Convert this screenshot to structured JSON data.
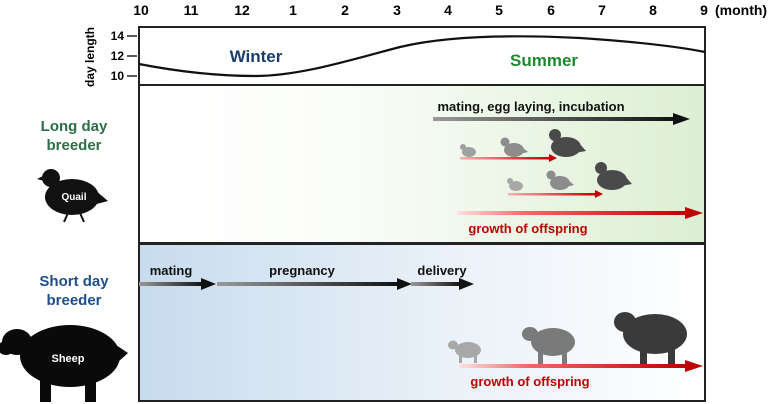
{
  "axis": {
    "months": [
      "10",
      "11",
      "12",
      "1",
      "2",
      "3",
      "4",
      "5",
      "6",
      "7",
      "8",
      "9"
    ],
    "unit_label": "(month)"
  },
  "daylength": {
    "ylabel": "day length",
    "yticks": [
      "14",
      "12",
      "10"
    ],
    "winter_label": "Winter",
    "summer_label": "Summer"
  },
  "long_day": {
    "title_line1": "Long day",
    "title_line2": "breeder",
    "animal_label": "Quail",
    "activity_label": "mating, egg laying, incubation",
    "growth_label": "growth of offspring"
  },
  "short_day": {
    "title_line1": "Short day",
    "title_line2": "breeder",
    "animal_label": "Sheep",
    "stage_mating": "mating",
    "stage_pregnancy": "pregnancy",
    "stage_delivery": "delivery",
    "growth_label": "growth of offspring"
  },
  "colors": {
    "winter": "#1a3c6e",
    "summer": "#1e8a2e",
    "long_day_title": "#2e6e46",
    "short_day_title": "#1f4e8c",
    "growth": "#c00000",
    "dark_arrow": "#222222"
  }
}
